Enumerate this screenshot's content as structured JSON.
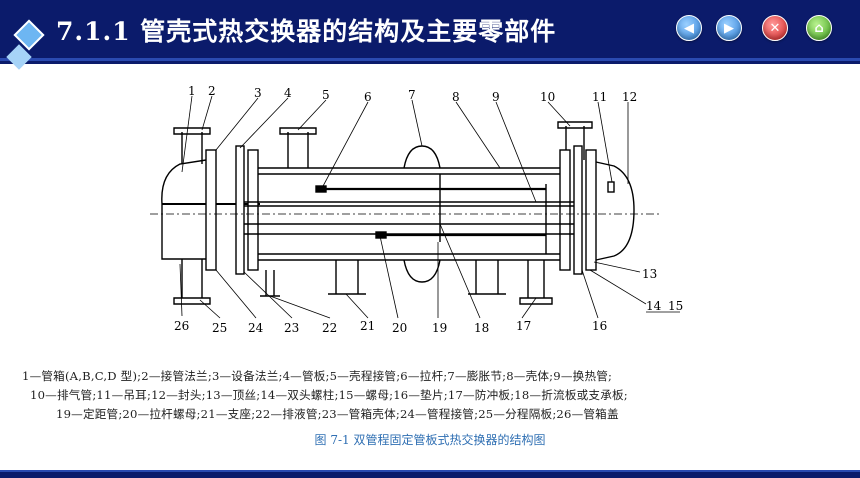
{
  "header": {
    "title": "7.1.1 管壳式热交换器的结构及主要零部件"
  },
  "nav_buttons": [
    {
      "name": "prev",
      "icon": "left-arrow-icon",
      "glyph": "◀"
    },
    {
      "name": "next",
      "icon": "right-arrow-icon",
      "glyph": "▶"
    },
    {
      "name": "close",
      "icon": "close-icon",
      "glyph": "✕"
    },
    {
      "name": "home",
      "icon": "home-icon",
      "glyph": "⌂"
    }
  ],
  "diagram": {
    "top_labels": [
      "1",
      "2",
      "3",
      "4",
      "5",
      "6",
      "7",
      "8",
      "9",
      "10",
      "11",
      "12"
    ],
    "bottom_labels": [
      "26",
      "25",
      "24",
      "23",
      "22",
      "21",
      "20",
      "19",
      "18",
      "17",
      "16"
    ],
    "right_labels": [
      "13",
      "14",
      "15"
    ]
  },
  "caption": {
    "line1": "1—管箱(A,B,C,D 型);2—接管法兰;3—设备法兰;4—管板;5—壳程接管;6—拉杆;7—膨胀节;8—壳体;9—换热管;",
    "line2": "10—排气管;11—吊耳;12—封头;13—顶丝;14—双头螺柱;15—螺母;16—垫片;17—防冲板;18—折流板或支承板;",
    "line3": "19—定距管;20—拉杆螺母;21—支座;22—排液管;23—管箱壳体;24—管程接管;25—分程隔板;26—管箱盖",
    "figure_title": "图 7-1   双管程固定管板式热交换器的结构图"
  },
  "colors": {
    "header_bg": "#0b1b6b",
    "caption_title": "#2f6fb3"
  }
}
